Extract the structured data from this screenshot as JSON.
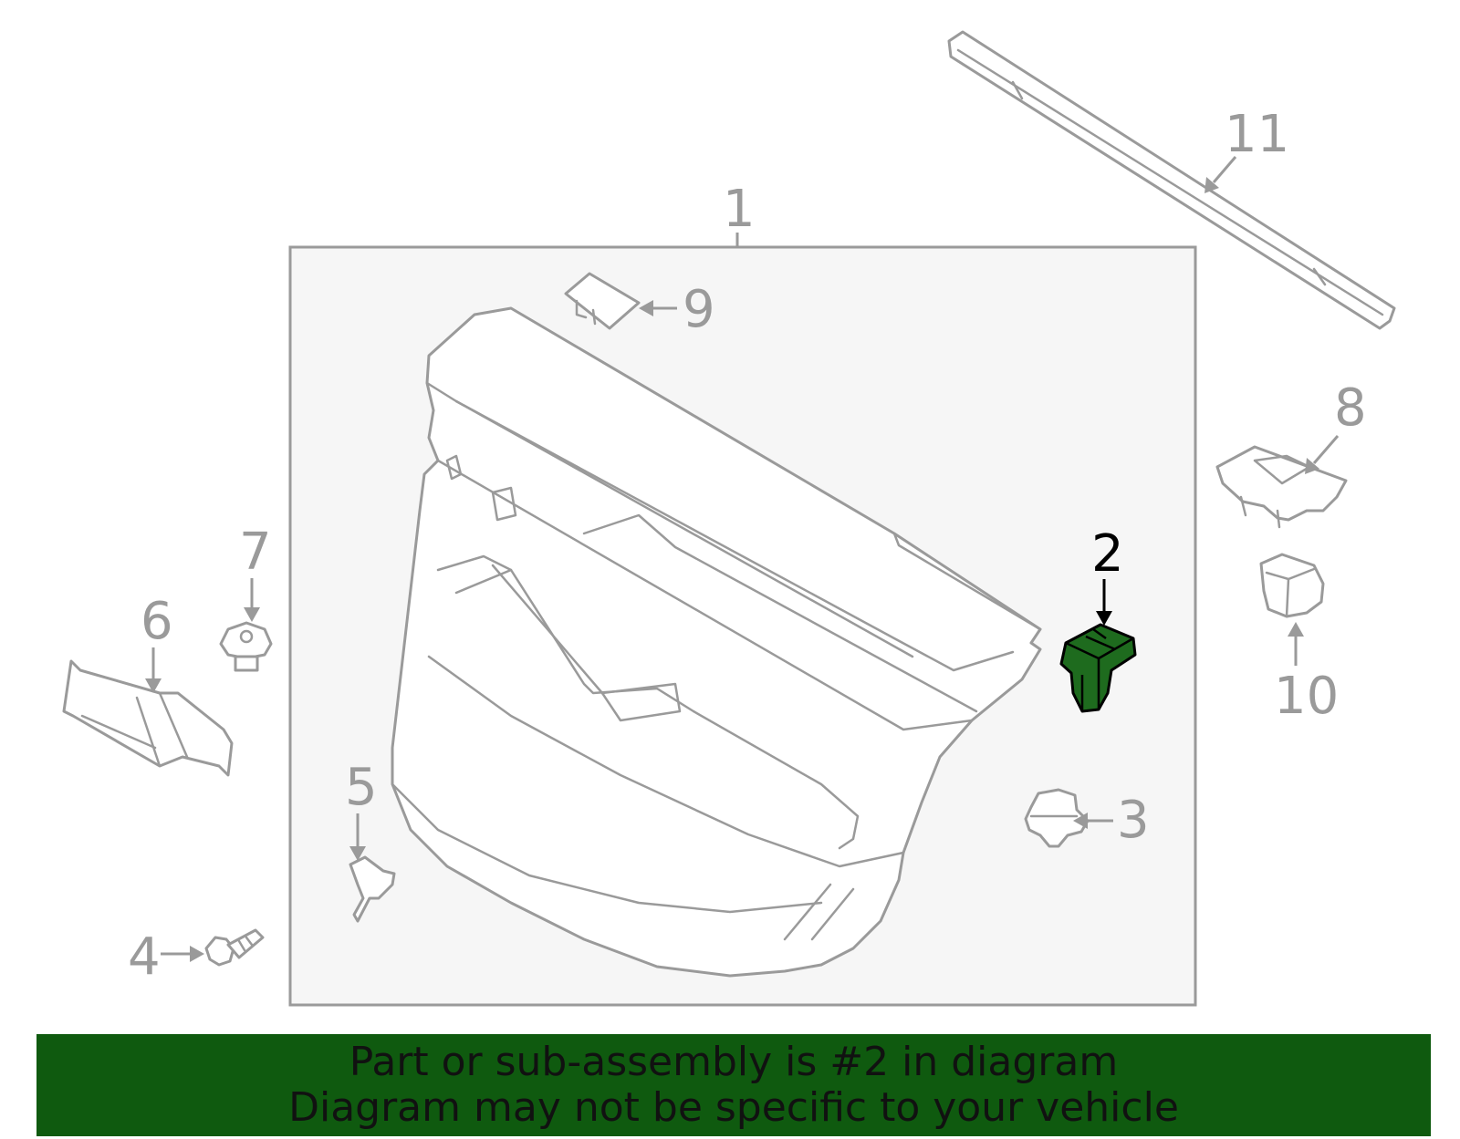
{
  "diagram": {
    "callouts": {
      "c1": "1",
      "c2": "2",
      "c3": "3",
      "c4": "4",
      "c5": "5",
      "c6": "6",
      "c7": "7",
      "c8": "8",
      "c9": "9",
      "c10": "10",
      "c11": "11"
    },
    "highlighted_part": "2",
    "colors": {
      "line_gray": "#9a9a9a",
      "highlight_green": "#1e6b1e",
      "panel_background": "#f6f6f6",
      "banner_green": "#0f5a0f"
    }
  },
  "banner": {
    "line1": "Part or sub-assembly is #2 in diagram",
    "line2": "Diagram may not be specific to your vehicle"
  }
}
